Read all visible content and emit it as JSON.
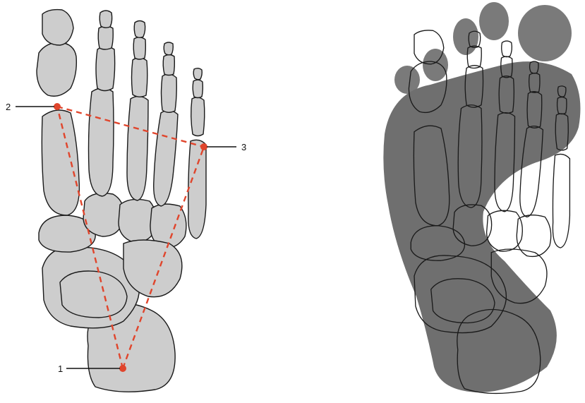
{
  "colors": {
    "background": "#ffffff",
    "bone_fill": "#cdcdcd",
    "bone_outline": "#1a1a1a",
    "shadow_fill": "#6f6f6f",
    "shadow_halo": "#9a9a9a",
    "triangle": "#e0452c",
    "leader_line": "#111111"
  },
  "left_figure": {
    "description_icon": "foot-skeleton-icon",
    "points": [
      {
        "label": "1"
      },
      {
        "label": "2"
      },
      {
        "label": "3"
      }
    ]
  },
  "right_figure": {
    "description_icon": "foot-pressure-shadow-icon"
  }
}
